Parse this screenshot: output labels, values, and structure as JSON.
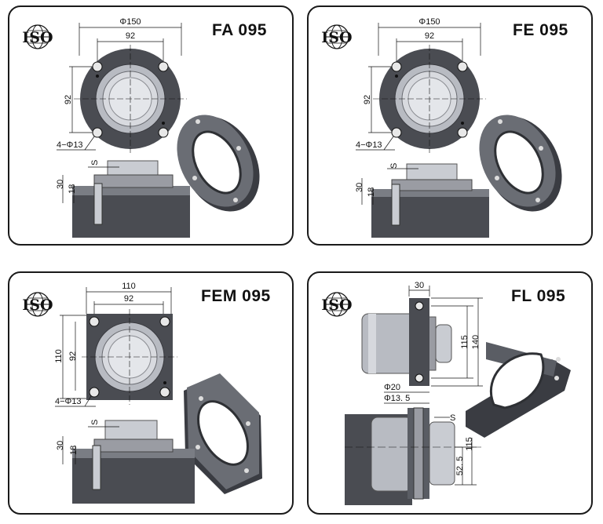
{
  "logo_text": "ISO",
  "colors": {
    "metal_dark": "#4a4c52",
    "metal_mid": "#8c8f96",
    "metal_light": "#c9ccd2",
    "line": "#111111"
  },
  "panels": [
    {
      "title": "FA 095",
      "dims": {
        "outer": "Φ150",
        "bolt": "92",
        "vert": "92",
        "holes": "4−Φ13",
        "s": "S",
        "h30": "30",
        "h18": "18"
      }
    },
    {
      "title": "FE 095",
      "dims": {
        "outer": "Φ150",
        "bolt": "92",
        "vert": "92",
        "holes": "4−Φ13",
        "s": "S",
        "h30": "30",
        "h18": "18"
      }
    },
    {
      "title": "FEM 095",
      "dims": {
        "outer": "110",
        "bolt": "92",
        "vert": "92",
        "vert_outer": "110",
        "holes": "4−Φ13",
        "s": "S",
        "h30": "30",
        "h18": "18"
      }
    },
    {
      "title": "FL 095",
      "dims": {
        "width": "30",
        "h115": "115",
        "h140": "140",
        "d20": "Φ20",
        "d135": "Φ13. 5",
        "s": "S",
        "lower115": "115",
        "lower52": "52. 5"
      }
    }
  ]
}
